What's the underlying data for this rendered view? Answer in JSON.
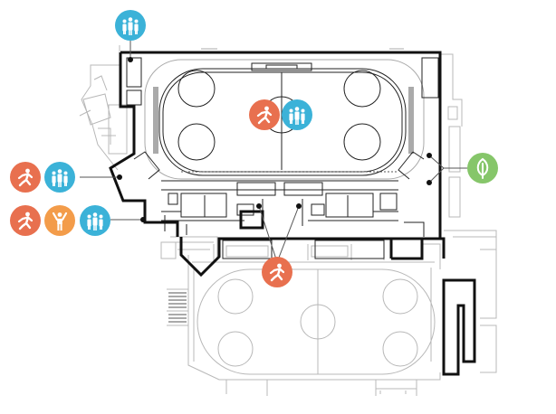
{
  "diagram": {
    "colors": {
      "active": "#e8704f",
      "spectator": "#ffffff",
      "group": "#3bb2d8",
      "coach": "#f39c4a",
      "environment": "#86c66a",
      "wall": "#111111",
      "grey": "#b8b8b8"
    },
    "markers": [
      {
        "id": "top-entrance",
        "icons": [
          "group-icon"
        ]
      },
      {
        "id": "rink-center",
        "icons": [
          "runner-icon",
          "group-icon"
        ]
      },
      {
        "id": "west-upper",
        "icons": [
          "runner-icon",
          "group-icon"
        ]
      },
      {
        "id": "west-lower",
        "icons": [
          "runner-icon",
          "coach-icon",
          "group-icon"
        ]
      },
      {
        "id": "south-corridor",
        "icons": [
          "runner-icon"
        ]
      },
      {
        "id": "east-side",
        "icons": [
          "leaf-icon"
        ]
      }
    ]
  }
}
